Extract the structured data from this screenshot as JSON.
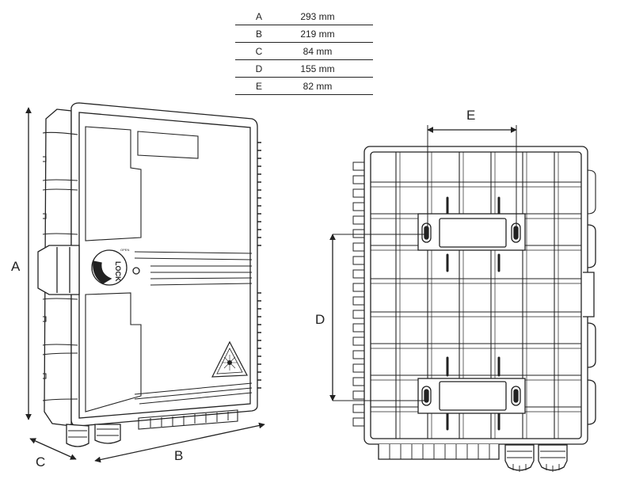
{
  "dimensions_table": [
    {
      "key": "A",
      "value": "293 mm"
    },
    {
      "key": "B",
      "value": "219 mm"
    },
    {
      "key": "C",
      "value": "84 mm"
    },
    {
      "key": "D",
      "value": "155 mm"
    },
    {
      "key": "E",
      "value": "82 mm"
    }
  ],
  "front_view": {
    "label_a": "A",
    "label_b": "B",
    "label_c": "C",
    "lock_text": "LOCK",
    "open_text": "OPEN"
  },
  "back_view": {
    "label_d": "D",
    "label_e": "E"
  },
  "colors": {
    "stroke": "#222222",
    "background": "#ffffff"
  }
}
